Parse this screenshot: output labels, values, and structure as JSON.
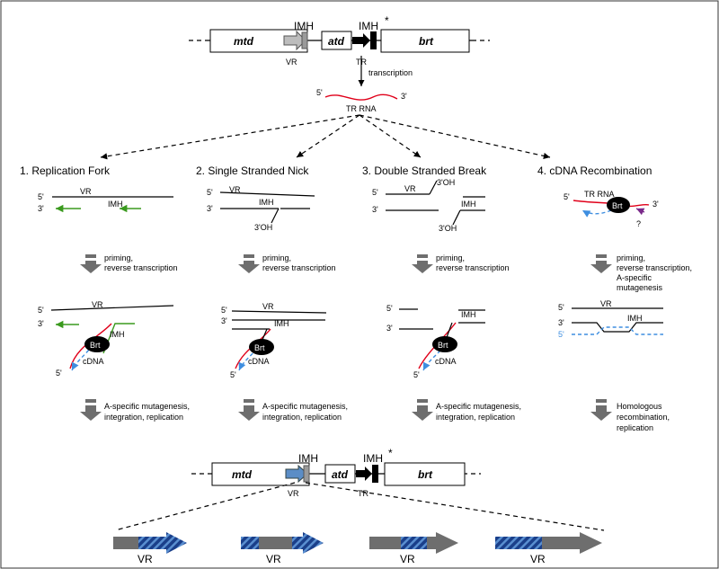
{
  "colors": {
    "rna": "#e0001a",
    "primer": "#3a9a1e",
    "cdna": "#3e8ee0",
    "stripe": "#1a3f8a",
    "grey_arrow": "#6e6e6e"
  },
  "top_locus": {
    "mtd": "mtd",
    "atd": "atd",
    "brt": "brt",
    "imh": "IMH",
    "imh_star": "IMH",
    "star": "*",
    "vr": "VR",
    "tr": "TR",
    "transcription": "transcription"
  },
  "rna": {
    "five": "5'",
    "three": "3'",
    "label": "TR RNA"
  },
  "panels": [
    {
      "title": "1. Replication Fork",
      "step1": [
        "priming,",
        "reverse transcription"
      ],
      "step2": [
        "A-specific mutagenesis,",
        "integration, replication"
      ]
    },
    {
      "title": "2. Single Stranded Nick",
      "step1": [
        "priming,",
        "reverse transcription"
      ],
      "step2": [
        "A-specific mutagenesis,",
        "integration, replication"
      ]
    },
    {
      "title": "3. Double Stranded Break",
      "step1": [
        "priming,",
        "reverse transcription"
      ],
      "step2": [
        "A-specific mutagenesis,",
        "integration, replication"
      ]
    },
    {
      "title": "4. cDNA Recombination",
      "step1": [
        "priming,",
        "reverse transcription,",
        "A-specific",
        "mutagenesis"
      ],
      "step2": [
        "Homologous",
        "recombination,",
        "replication"
      ]
    }
  ],
  "labels": {
    "five": "5'",
    "three": "3'",
    "vr": "VR",
    "imh": "IMH",
    "oh": "3'OH",
    "brt": "Brt",
    "cdna": "cDNA",
    "tr_rna": "TR RNA",
    "question": "?"
  },
  "bottom_locus": {
    "mtd": "mtd",
    "atd": "atd",
    "brt": "brt",
    "imh": "IMH",
    "imh_star": "IMH",
    "star": "*",
    "vr": "VR",
    "tr": "TR"
  },
  "variants": [
    "VR",
    "VR",
    "VR",
    "VR"
  ]
}
